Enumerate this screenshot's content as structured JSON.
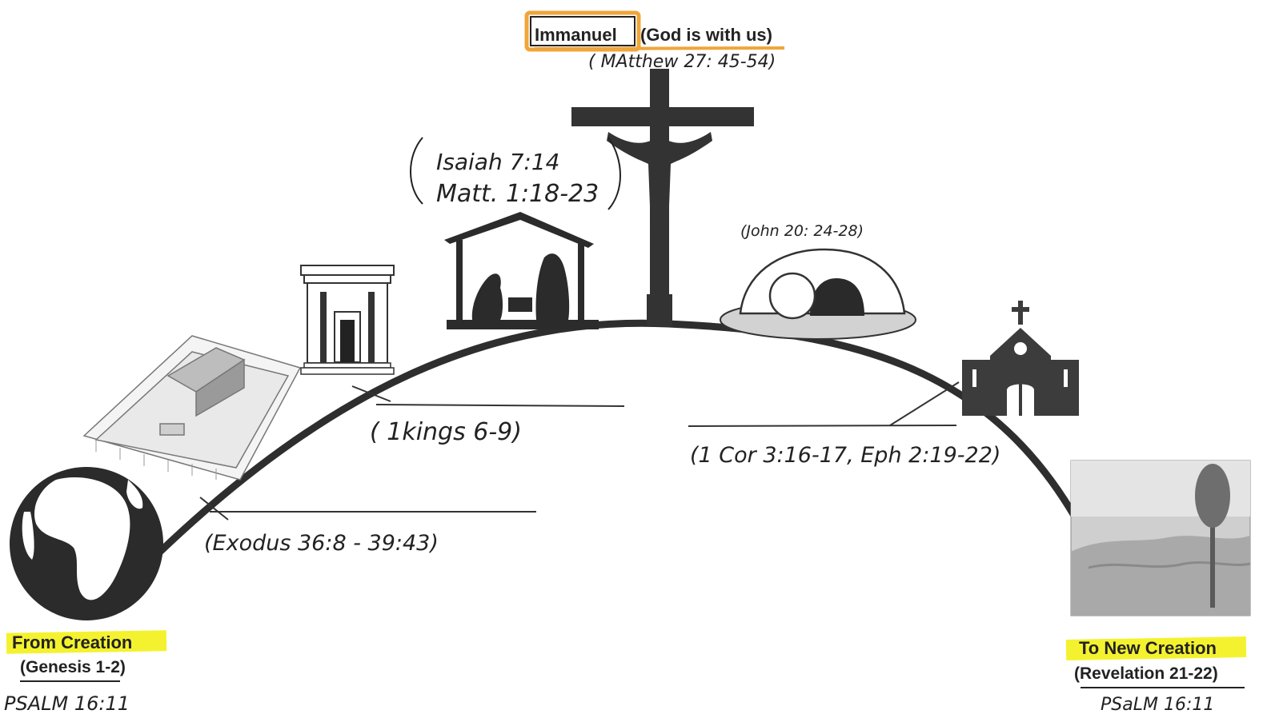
{
  "title": {
    "immanuel": "Immanuel",
    "meaning": "(God is with us)",
    "reference": "( MAtthew 27: 45-54)"
  },
  "notes": {
    "isaiah": "Isaiah 7:14",
    "matthew": "Matt. 1:18-23",
    "john": "(John 20: 24-28)",
    "kings": "( 1kings 6-9)",
    "exodus": "(Exodus 36:8 - 39:43)",
    "corinthians": "(1 Cor 3:16-17, Eph 2:19-22)"
  },
  "start": {
    "label": "From Creation",
    "reference": "(Genesis 1-2)",
    "psalm": "PSALM 16:11"
  },
  "end": {
    "label": "To New Creation",
    "reference": "(Revelation 21-22)",
    "psalm": "PSaLM 16:11"
  },
  "colors": {
    "highlight": "#f4f22f",
    "box": "#f0a53a",
    "ink": "#2e2e2e"
  },
  "icons": [
    "globe-icon",
    "tabernacle-icon",
    "temple-icon",
    "nativity-icon",
    "cross-icon",
    "tomb-icon",
    "church-icon",
    "new-creation-image"
  ]
}
